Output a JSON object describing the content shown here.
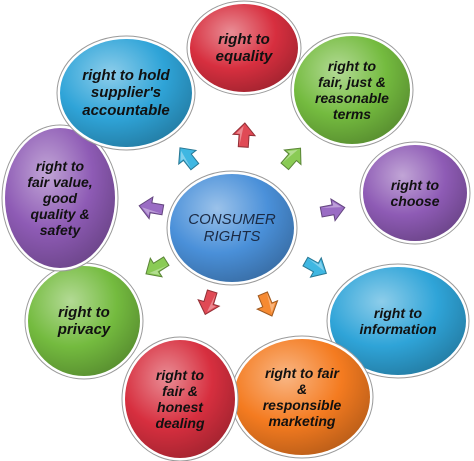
{
  "center": {
    "name": "center-consumer-rights",
    "lines": [
      "CONSUMER",
      "RIGHTS"
    ],
    "color": "#4A90D9"
  },
  "rights": [
    {
      "name": "right-equality",
      "lines": [
        "right to",
        "equality"
      ],
      "color": "#D72F3F",
      "arrow": "#E04A55"
    },
    {
      "name": "right-fair-just-terms",
      "lines": [
        "right to",
        "fair, just &",
        "reasonable",
        "terms"
      ],
      "color": "#74BB3F",
      "arrow": "#8ACB55"
    },
    {
      "name": "right-choose",
      "lines": [
        "right to",
        "choose"
      ],
      "color": "#8E5BB5",
      "arrow": "#9A6CC4"
    },
    {
      "name": "right-information",
      "lines": [
        "right  to",
        "information"
      ],
      "color": "#2FA4D8",
      "arrow": "#3FB7E2"
    },
    {
      "name": "right-fair-responsible-marketing",
      "lines": [
        "right to fair",
        "&",
        "responsible",
        "marketing"
      ],
      "color": "#F47B20",
      "arrow": "#F68A32"
    },
    {
      "name": "right-fair-honest-dealing",
      "lines": [
        "right to",
        "fair &",
        "honest",
        "dealing"
      ],
      "color": "#D72F3F",
      "arrow": "#E04A55"
    },
    {
      "name": "right-privacy",
      "lines": [
        "right to",
        "privacy"
      ],
      "color": "#74BB3F",
      "arrow": "#8ACB55"
    },
    {
      "name": "right-fair-value-quality",
      "lines": [
        "right to",
        "fair value,",
        "good",
        "quality &",
        "safety"
      ],
      "color": "#8E5BB5",
      "arrow": "#9A6CC4"
    },
    {
      "name": "right-hold-suppliers-accountable",
      "lines": [
        "right to hold",
        "supplier's",
        "accountable"
      ],
      "color": "#2FA4D8",
      "arrow": "#3FB7E2"
    }
  ]
}
